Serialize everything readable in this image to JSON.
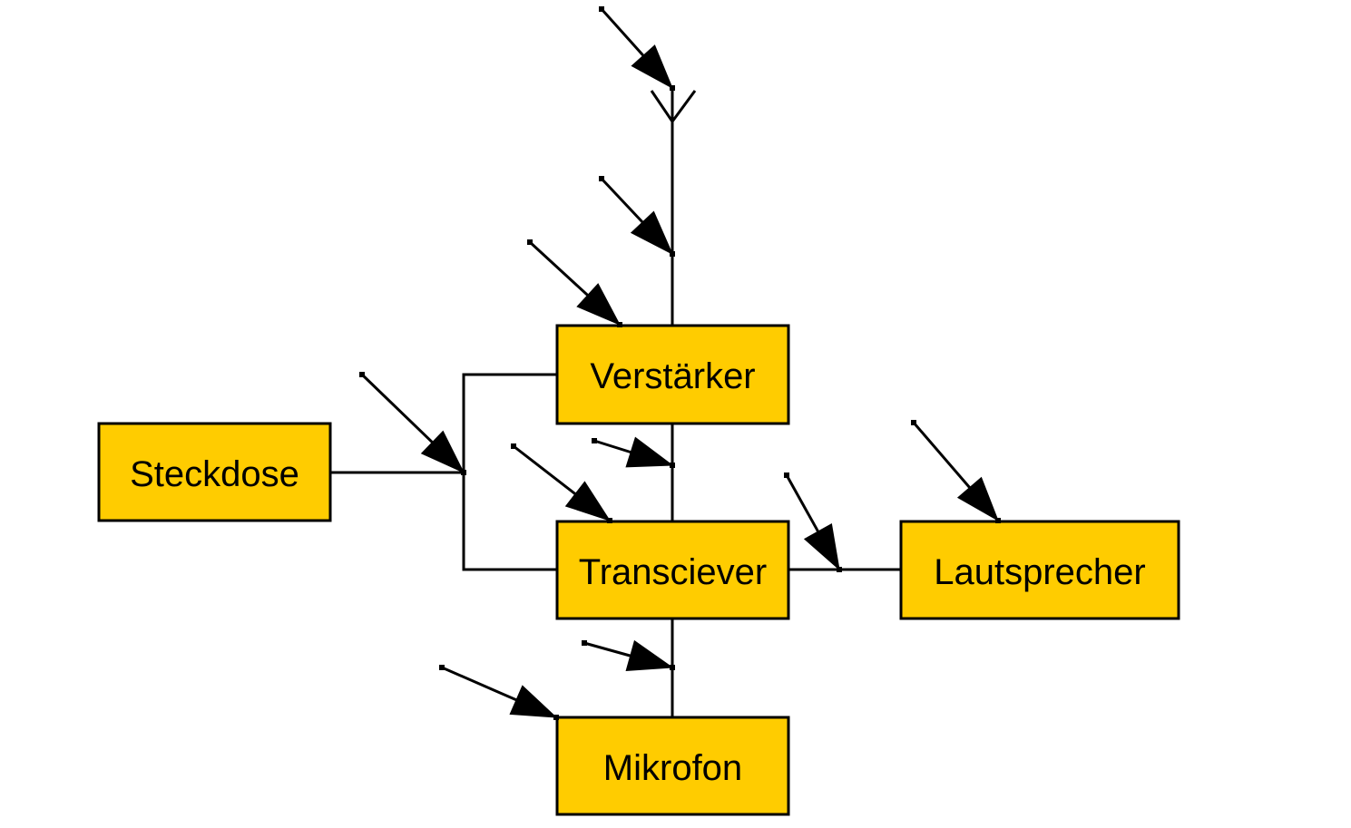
{
  "diagram": {
    "colors": {
      "box_fill": "#ffcc00",
      "stroke": "#000000",
      "background": "#ffffff"
    },
    "blocks": [
      {
        "id": "verstaerker",
        "label": "Verstärker"
      },
      {
        "id": "steckdose",
        "label": "Steckdose"
      },
      {
        "id": "transciever",
        "label": "Transciever"
      },
      {
        "id": "lautsprecher",
        "label": "Lautsprecher"
      },
      {
        "id": "mikrofon",
        "label": "Mikrofon"
      }
    ],
    "connections": [
      {
        "from": "antenna",
        "to": "verstaerker"
      },
      {
        "from": "steckdose",
        "to": "verstaerker"
      },
      {
        "from": "steckdose",
        "to": "transciever"
      },
      {
        "from": "verstaerker",
        "to": "transciever"
      },
      {
        "from": "transciever",
        "to": "lautsprecher"
      },
      {
        "from": "transciever",
        "to": "mikrofon"
      }
    ],
    "symbols": [
      {
        "id": "antenna",
        "icon": "antenna-icon"
      }
    ]
  }
}
